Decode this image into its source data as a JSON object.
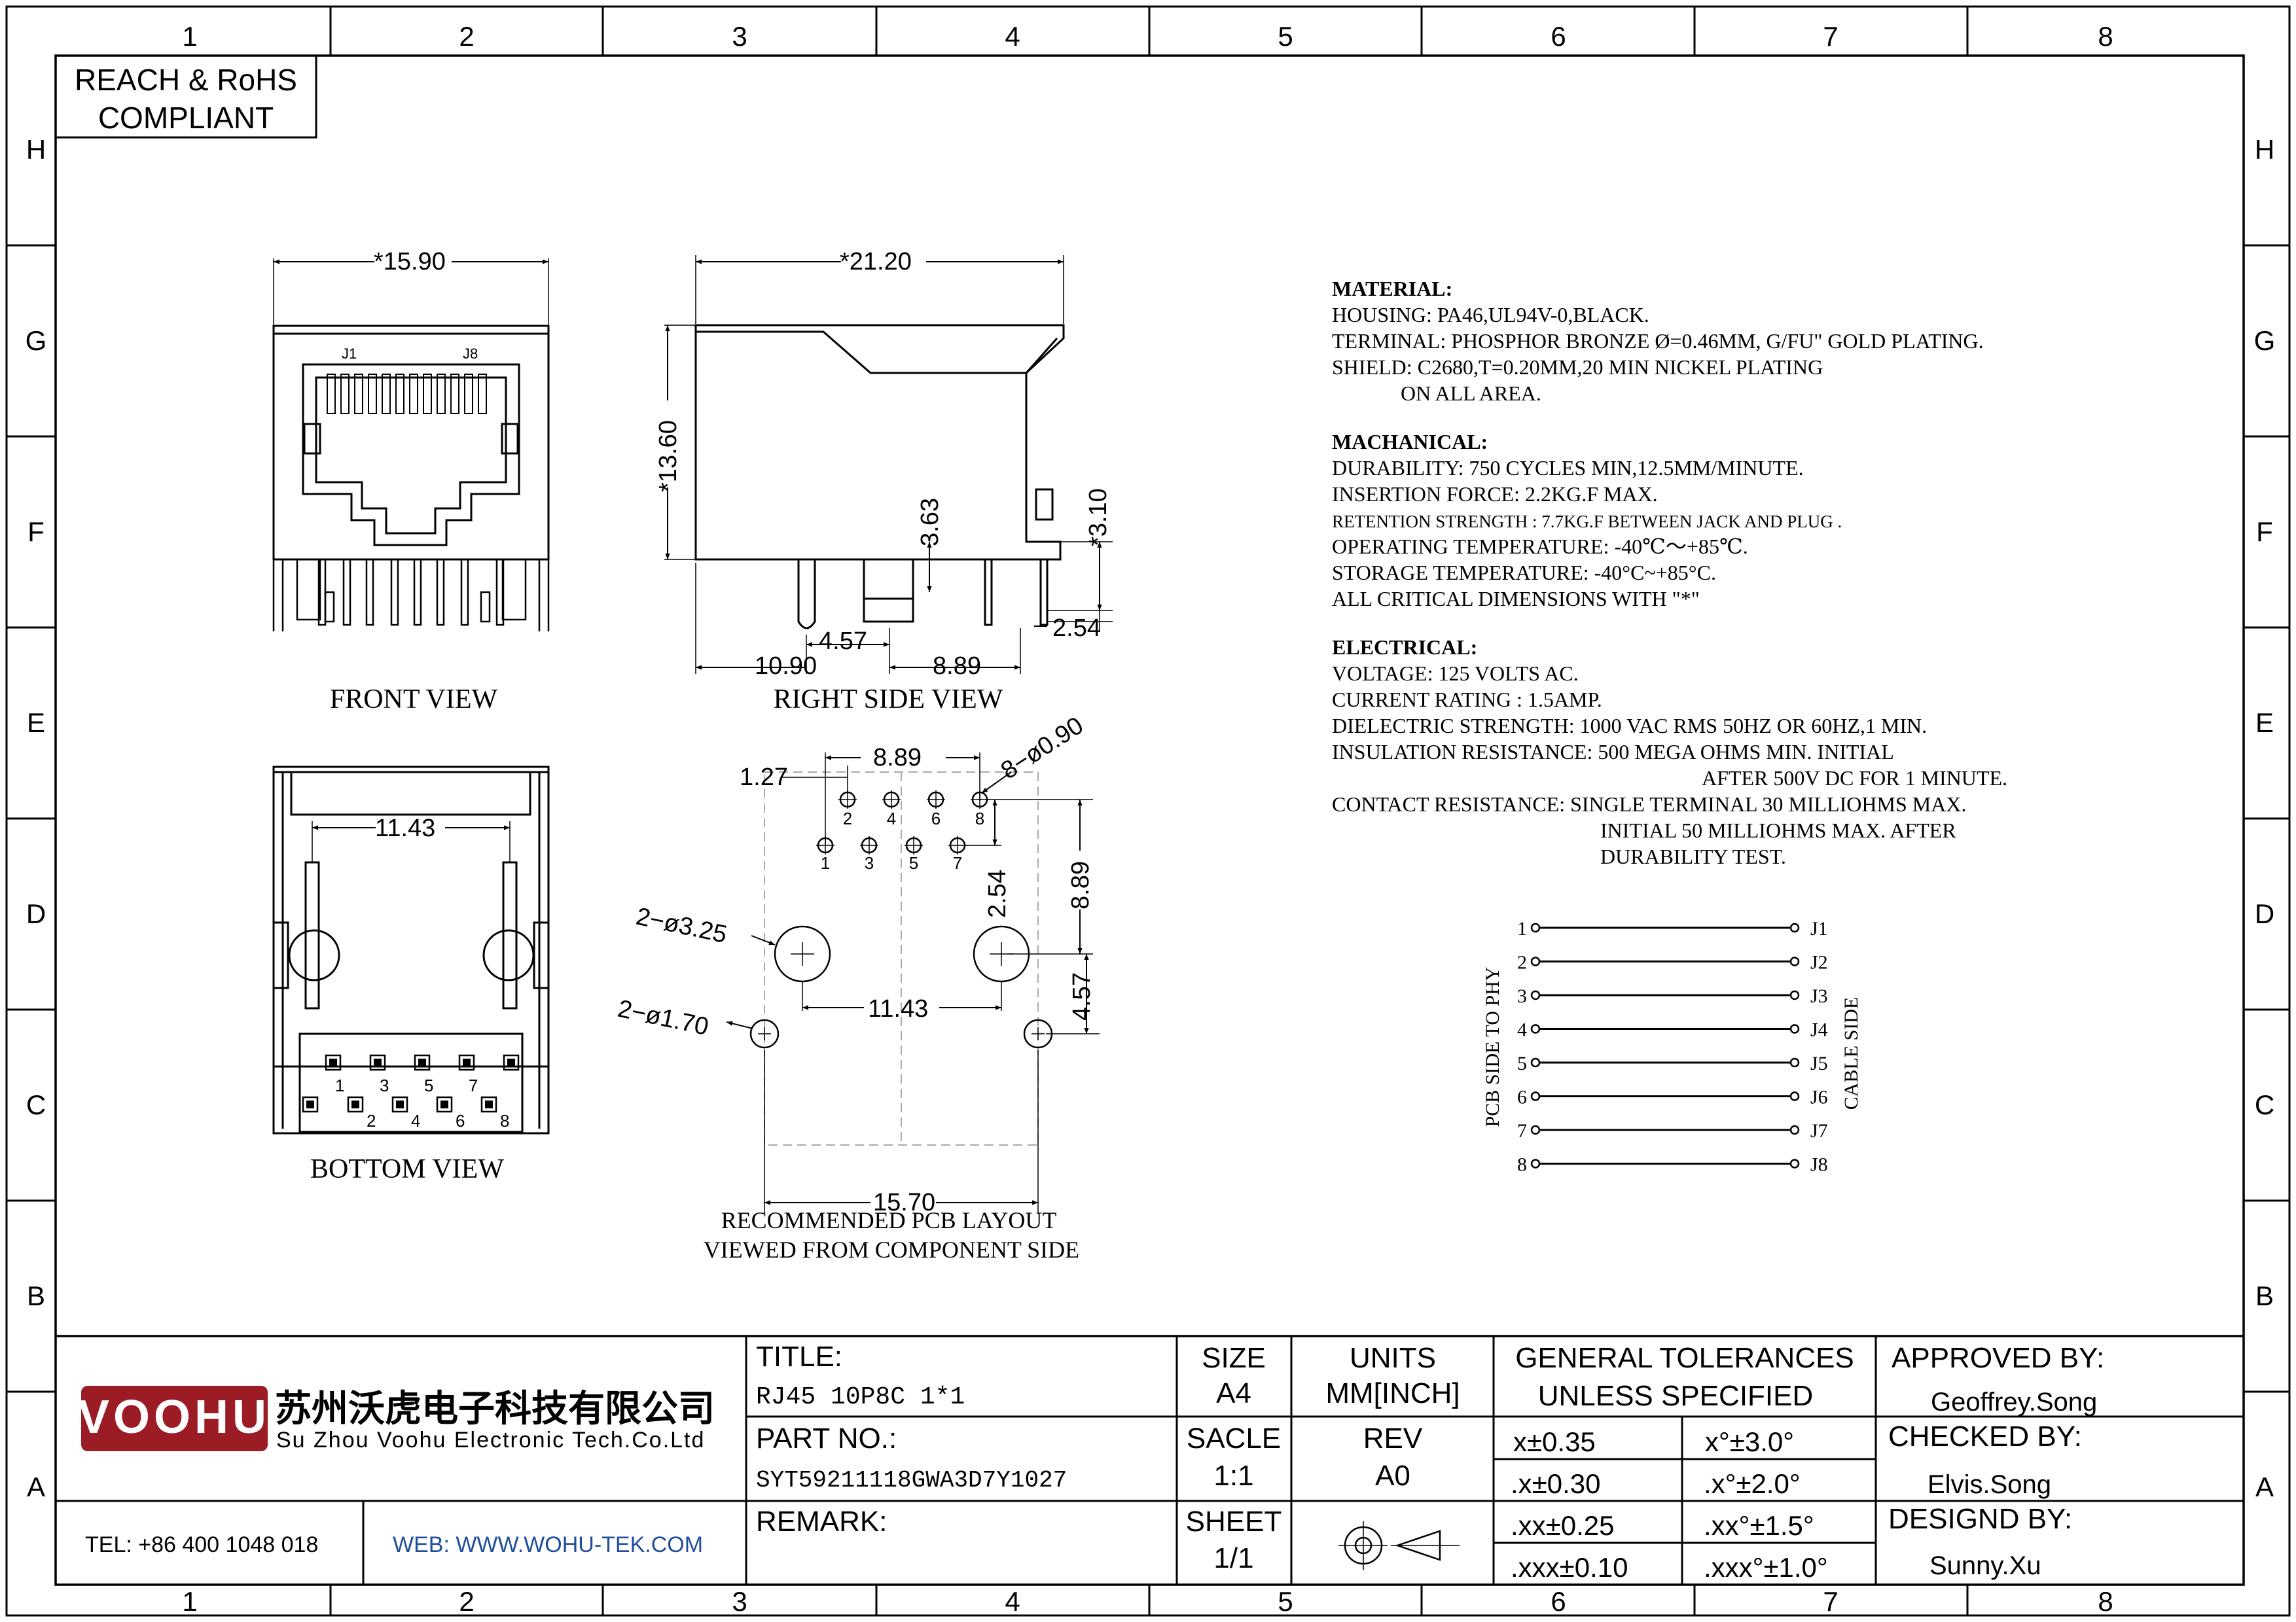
{
  "colors": {
    "ink": "#000000",
    "brand": "#9b1c24",
    "web": "#1f4e9a",
    "paper": "#ffffff"
  },
  "border": {
    "cols": [
      "1",
      "2",
      "3",
      "4",
      "5",
      "6",
      "7",
      "8"
    ],
    "rows": [
      "H",
      "G",
      "F",
      "E",
      "D",
      "C",
      "B",
      "A"
    ]
  },
  "compliance": {
    "line1": "REACH & RoHS",
    "line2": "COMPLIANT"
  },
  "views": {
    "front": "FRONT VIEW",
    "right": "RIGHT SIDE VIEW",
    "bottom": "BOTTOM VIEW",
    "pcb1": "RECOMMENDED PCB LAYOUT",
    "pcb2": "VIEWED FROM COMPONENT SIDE"
  },
  "dims": {
    "front_w": "*15.90",
    "j1": "J1",
    "j8": "J8",
    "side_w": "*21.20",
    "side_h": "*13.60",
    "d363": "3.63",
    "d310": "*3.10",
    "d254": "2.54",
    "d457": "4.57",
    "d1090": "10.90",
    "d889": "8.89",
    "bottom_w": "11.43",
    "pcb_889": "8.89",
    "pcb_127": "1.27",
    "pcb_090": "8−ø0.90",
    "pcb_254": "2.54",
    "pcb_889v": "8.89",
    "pcb_325": "2−ø3.25",
    "pcb_1143": "11.43",
    "pcb_170": "2−ø1.70",
    "pcb_457": "4.57",
    "pcb_1570": "15.70"
  },
  "pins": {
    "top": [
      "2",
      "4",
      "6",
      "8"
    ],
    "bottom": [
      "1",
      "3",
      "5",
      "7"
    ],
    "odd": [
      "1",
      "3",
      "5",
      "7"
    ],
    "even": [
      "2",
      "4",
      "6",
      "8"
    ]
  },
  "specs": [
    {
      "text": "MATERIAL:",
      "bold": true
    },
    {
      "text": "HOUSING: PA46,UL94V-0,BLACK."
    },
    {
      "text": "TERMINAL: PHOSPHOR BRONZE Ø=0.46MM, G/FU\" GOLD PLATING."
    },
    {
      "text": "SHIELD: C2680,T=0.20MM,20 MIN NICKEL PLATING"
    },
    {
      "text": "ON ALL AREA.",
      "indent": 1
    },
    {
      "text": "MACHANICAL:",
      "bold": true,
      "gap": true
    },
    {
      "text": "DURABILITY: 750 CYCLES MIN,12.5MM/MINUTE."
    },
    {
      "text": "INSERTION FORCE: 2.2KG.F MAX."
    },
    {
      "text": "RETENTION STRENGTH : 7.7KG.F BETWEEN JACK AND PLUG .",
      "small": true
    },
    {
      "text": "OPERATING TEMPERATURE: -40℃～+85℃."
    },
    {
      "text": "STORAGE TEMPERATURE: -40°C~+85°C."
    },
    {
      "text": "ALL CRITICAL DIMENSIONS WITH \"*\""
    },
    {
      "text": "ELECTRICAL:",
      "bold": true,
      "gap": true
    },
    {
      "text": "VOLTAGE: 125 VOLTS AC."
    },
    {
      "text": "CURRENT RATING : 1.5AMP."
    },
    {
      "text": "DIELECTRIC STRENGTH: 1000 VAC RMS 50HZ OR 60HZ,1 MIN."
    },
    {
      "text": "INSULATION RESISTANCE: 500 MEGA OHMS MIN. INITIAL"
    },
    {
      "text": "AFTER  500V DC FOR 1 MINUTE.",
      "indent": 2
    },
    {
      "text": "CONTACT RESISTANCE: SINGLE TERMINAL 30 MILLIOHMS MAX."
    },
    {
      "text": "INITIAL 50 MILLIOHMS MAX. AFTER",
      "indent": 3
    },
    {
      "text": "DURABILITY  TEST.",
      "indent": 3
    }
  ],
  "schematic": {
    "left": [
      "1",
      "2",
      "3",
      "4",
      "5",
      "6",
      "7",
      "8"
    ],
    "right": [
      "J1",
      "J2",
      "J3",
      "J4",
      "J5",
      "J6",
      "J7",
      "J8"
    ],
    "pcb_side": "PCB SIDE TO PHY",
    "cable_side": "CABLE SIDE"
  },
  "titleblock": {
    "logo": "VOOHU",
    "company_cn": "苏州沃虎电子科技有限公司",
    "company_en": "Su Zhou Voohu Electronic Tech.Co.Ltd",
    "tel": "TEL: +86 400 1048 018",
    "web": "WEB: WWW.WOHU-TEK.COM",
    "title_label": "TITLE:",
    "title_value": "RJ45 10P8C 1*1",
    "part_label": "PART NO.:",
    "part_value": "SYT59211118GWA3D7Y1027",
    "remark_label": "REMARK:",
    "size_label": "SIZE",
    "size_value": "A4",
    "units_label": "UNITS",
    "units_value": "MM[INCH]",
    "scale_label": "SACLE",
    "scale_value": "1:1",
    "rev_label": "REV",
    "rev_value": "A0",
    "sheet_label": "SHEET",
    "sheet_value": "1/1",
    "tol_title1": "GENERAL TOLERANCES",
    "tol_title2": "UNLESS SPECIFIED",
    "tol": [
      "x±0.35",
      "x°±3.0°",
      ".x±0.30",
      ".x°±2.0°",
      ".xx±0.25",
      ".xx°±1.5°",
      ".xxx±0.10",
      ".xxx°±1.0°"
    ],
    "approved_label": "APPROVED BY:",
    "approved_value": "Geoffrey.Song",
    "checked_label": "CHECKED BY:",
    "checked_value": "Elvis.Song",
    "design_label": "DESIGND BY:",
    "design_value": "Sunny.Xu"
  }
}
